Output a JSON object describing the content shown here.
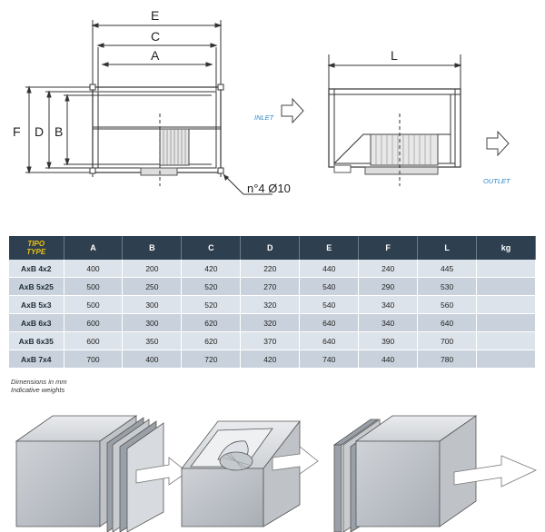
{
  "drawing": {
    "left_dims": {
      "E": "E",
      "C": "C",
      "A": "A",
      "F": "F",
      "D": "D",
      "B": "B"
    },
    "holes_note": "n°4 Ø10",
    "right_dims": {
      "L": "L"
    },
    "inlet_label": "INLET",
    "outlet_label": "OUTLET"
  },
  "table": {
    "type_header_1": "TIPO",
    "type_header_2": "TYPE",
    "columns": [
      "A",
      "B",
      "C",
      "D",
      "E",
      "F",
      "L",
      "kg"
    ],
    "rows": [
      {
        "type": "AxB 4x2",
        "values": [
          "400",
          "200",
          "420",
          "220",
          "440",
          "240",
          "445",
          ""
        ]
      },
      {
        "type": "AxB 5x25",
        "values": [
          "500",
          "250",
          "520",
          "270",
          "540",
          "290",
          "530",
          ""
        ]
      },
      {
        "type": "AxB 5x3",
        "values": [
          "500",
          "300",
          "520",
          "320",
          "540",
          "340",
          "560",
          ""
        ]
      },
      {
        "type": "AxB 6x3",
        "values": [
          "600",
          "300",
          "620",
          "320",
          "640",
          "340",
          "640",
          ""
        ]
      },
      {
        "type": "AxB 6x35",
        "values": [
          "600",
          "350",
          "620",
          "370",
          "640",
          "390",
          "700",
          ""
        ]
      },
      {
        "type": "AxB 7x4",
        "values": [
          "700",
          "400",
          "720",
          "420",
          "740",
          "440",
          "780",
          ""
        ]
      }
    ]
  },
  "notes": {
    "line1": "Dimensions in mm",
    "line2": "Indicative weights"
  },
  "colors": {
    "header_bg": "#2e3f4f",
    "type_header_text": "#f1c40f",
    "row_even": "#dde3ea",
    "row_odd": "#c9d2dc",
    "io_label": "#2c86c6"
  }
}
